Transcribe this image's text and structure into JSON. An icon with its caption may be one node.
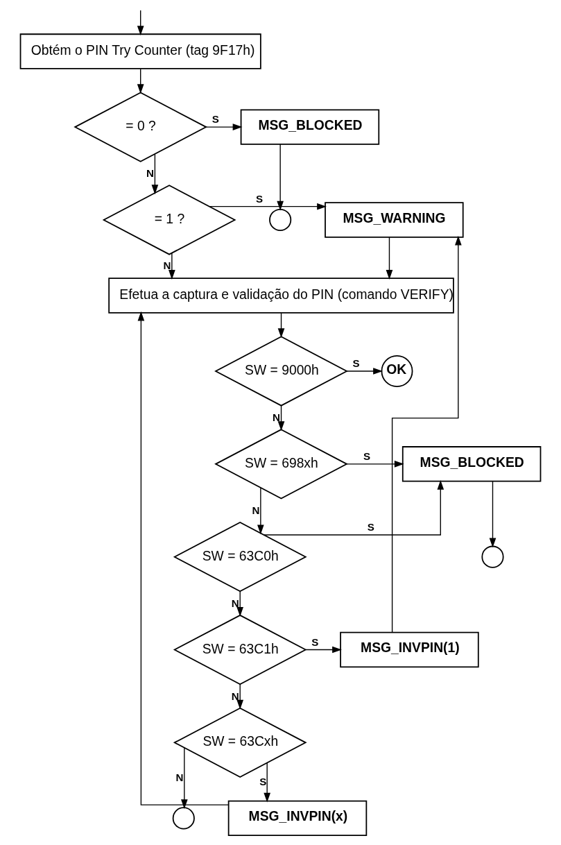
{
  "diagram": {
    "nodes": [
      {
        "text": [
          "Obtém o PIN Try Counter (tag 9F17h)"
        ]
      },
      {
        "text": [
          "= 0 ?"
        ]
      },
      {
        "text": [
          "MSG_BLOCKED"
        ]
      },
      {
        "text": [],
        "shape": "circle"
      },
      {
        "text": [
          "= 1 ?"
        ]
      },
      {
        "text": [
          "MSG_WARNING"
        ]
      },
      {
        "text": [
          "Efetua a captura e validação do PIN (comando VERIFY)"
        ]
      },
      {
        "text": [
          "SW = 9000h"
        ]
      },
      {
        "text": [
          "OK"
        ]
      },
      {
        "text": [
          "SW = 698xh"
        ]
      },
      {
        "text": [
          "MSG_BLOCKED"
        ]
      },
      {
        "text": [],
        "shape": "circle"
      },
      {
        "text": [
          "SW = 63C0h"
        ]
      },
      {
        "text": [
          "SW = 63C1h"
        ]
      },
      {
        "text": [
          "MSG_INVPIN(1)"
        ]
      },
      {
        "text": [
          "SW = 63Cxh"
        ]
      },
      {
        "text": [],
        "shape": "circle"
      },
      {
        "text": [
          "MSG_INVPIN(x)"
        ]
      }
    ],
    "edges": [
      {
        "from": null,
        "to": 0,
        "arrow": "to"
      },
      {
        "from": 0,
        "to": 1,
        "arrow": "to"
      },
      {
        "from": 1,
        "to": 2,
        "arrow": "to",
        "label": "S"
      },
      {
        "from": 2,
        "to": 3,
        "arrow": "to"
      },
      {
        "from": 1,
        "to": 4,
        "arrow": "to",
        "label": "N"
      },
      {
        "from": 4,
        "to": 5,
        "arrow": "to",
        "label": "S"
      },
      {
        "from": 4,
        "to": 6,
        "arrow": "to",
        "label": "N"
      },
      {
        "from": 5,
        "to": 6,
        "arrow": "to"
      },
      {
        "from": 6,
        "to": 7,
        "arrow": "to"
      },
      {
        "from": 7,
        "to": 8,
        "arrow": "to",
        "label": "S"
      },
      {
        "from": 7,
        "to": 9,
        "arrow": "to",
        "label": "N"
      },
      {
        "from": 9,
        "to": 10,
        "arrow": "to",
        "label": "S"
      },
      {
        "from": 10,
        "to": 11,
        "arrow": "to"
      },
      {
        "from": 9,
        "to": 12,
        "arrow": "to",
        "label": "N"
      },
      {
        "from": 12,
        "to": 10,
        "arrow": "to",
        "label": "S"
      },
      {
        "from": 12,
        "to": 13,
        "arrow": "to",
        "label": "N"
      },
      {
        "from": 13,
        "to": 14,
        "arrow": "to",
        "label": "S"
      },
      {
        "from": 14,
        "to": 5,
        "arrow": "to"
      },
      {
        "from": 13,
        "to": 15,
        "arrow": "to",
        "label": "N"
      },
      {
        "from": 15,
        "to": 16,
        "arrow": "to",
        "label": "N"
      },
      {
        "from": 15,
        "to": 17,
        "arrow": "to",
        "label": "S"
      },
      {
        "from": 17,
        "to": 6,
        "arrow": "to"
      }
    ]
  }
}
